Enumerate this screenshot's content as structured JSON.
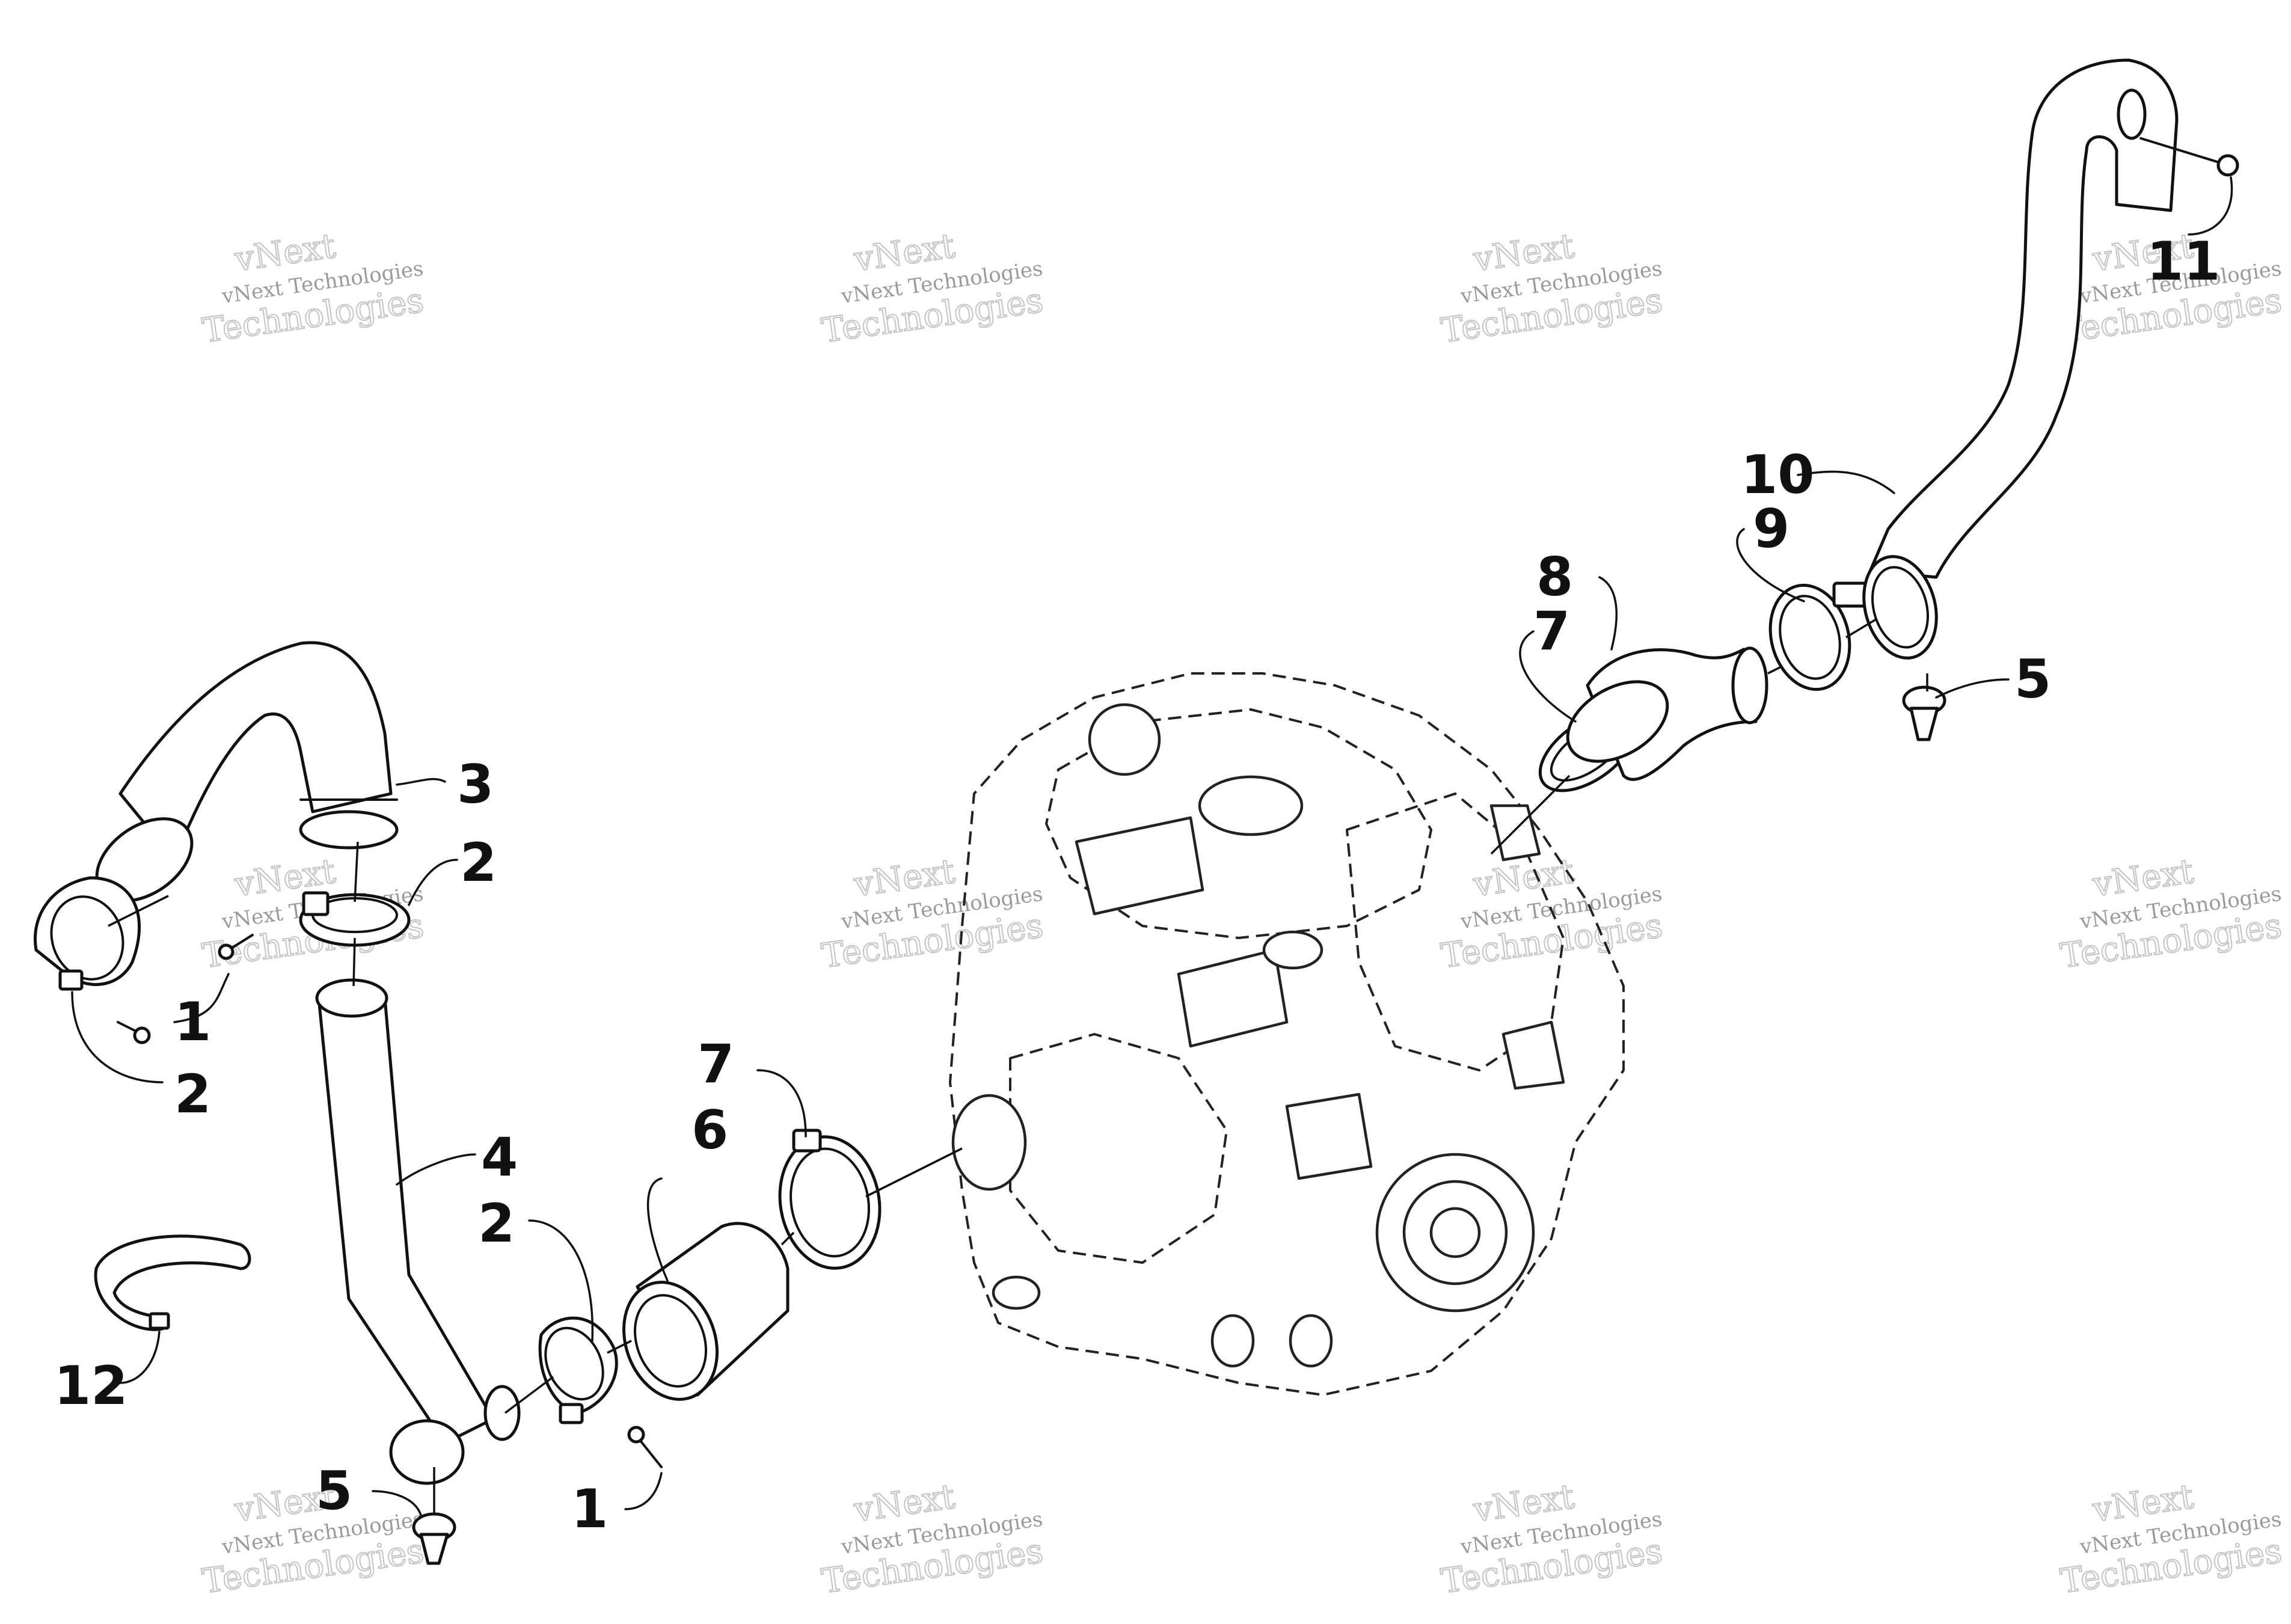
{
  "callouts": [
    {
      "id": "c1a",
      "text": "1"
    },
    {
      "id": "c1b",
      "text": "1"
    },
    {
      "id": "c2a",
      "text": "2"
    },
    {
      "id": "c2b",
      "text": "2"
    },
    {
      "id": "c2c",
      "text": "2"
    },
    {
      "id": "c3",
      "text": "3"
    },
    {
      "id": "c4",
      "text": "4"
    },
    {
      "id": "c5a",
      "text": "5"
    },
    {
      "id": "c5b",
      "text": "5"
    },
    {
      "id": "c6",
      "text": "6"
    },
    {
      "id": "c7a",
      "text": "7"
    },
    {
      "id": "c7b",
      "text": "7"
    },
    {
      "id": "c8",
      "text": "8"
    },
    {
      "id": "c9",
      "text": "9"
    },
    {
      "id": "c10",
      "text": "10"
    },
    {
      "id": "c11",
      "text": "11"
    },
    {
      "id": "c12",
      "text": "12"
    }
  ],
  "watermark": {
    "line1": "vNext",
    "line2": "vNext Technologies",
    "line3": "Technologies"
  }
}
